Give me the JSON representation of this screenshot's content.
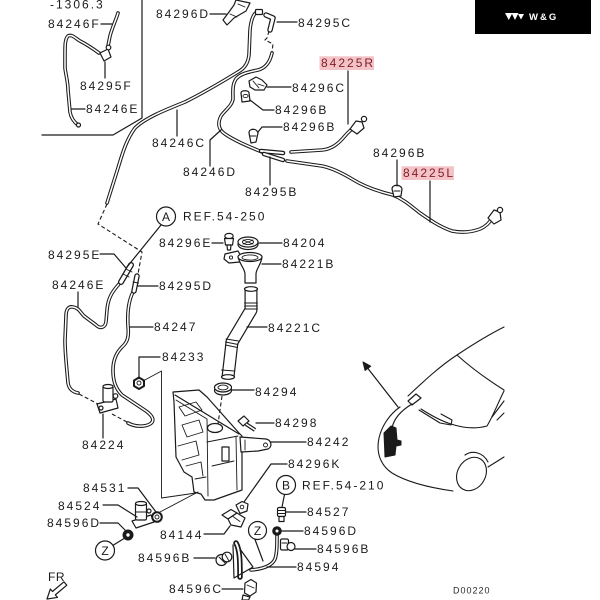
{
  "brand": {
    "name": "W&G",
    "logo_icon": "wg-triangles-logo-icon",
    "colors": {
      "background": "#000000",
      "text": "#ffffff"
    }
  },
  "diagram": {
    "code": "D00220",
    "inset_serial_range": "-1306.3",
    "front_direction_label": "FR",
    "front_direction_icon": "front-arrow-icon",
    "highlight": {
      "background": "#f3c3c8",
      "text": "#7e1d24"
    },
    "reference_markers": [
      {
        "marker": "A",
        "ref": "REF.54-250"
      },
      {
        "marker": "B",
        "ref": "REF.54-210"
      }
    ],
    "connection_markers": [
      {
        "marker": "Z"
      },
      {
        "marker": "Z"
      }
    ],
    "callouts": [
      {
        "part_no": "84246F",
        "highlighted": false
      },
      {
        "part_no": "84295F",
        "highlighted": false
      },
      {
        "part_no": "84246E",
        "highlighted": false
      },
      {
        "part_no": "84296D",
        "highlighted": false
      },
      {
        "part_no": "84295C",
        "highlighted": false
      },
      {
        "part_no": "84225R",
        "highlighted": true
      },
      {
        "part_no": "84296C",
        "highlighted": false
      },
      {
        "part_no": "84296B",
        "highlighted": false
      },
      {
        "part_no": "84296B",
        "highlighted": false
      },
      {
        "part_no": "84246C",
        "highlighted": false
      },
      {
        "part_no": "84246D",
        "highlighted": false
      },
      {
        "part_no": "84295B",
        "highlighted": false
      },
      {
        "part_no": "84296B",
        "highlighted": false
      },
      {
        "part_no": "84225L",
        "highlighted": true
      },
      {
        "part_no": "84296E",
        "highlighted": false
      },
      {
        "part_no": "84204",
        "highlighted": false
      },
      {
        "part_no": "84221B",
        "highlighted": false
      },
      {
        "part_no": "84295E",
        "highlighted": false
      },
      {
        "part_no": "84246E",
        "highlighted": false
      },
      {
        "part_no": "84295D",
        "highlighted": false
      },
      {
        "part_no": "84247",
        "highlighted": false
      },
      {
        "part_no": "84221C",
        "highlighted": false
      },
      {
        "part_no": "84233",
        "highlighted": false
      },
      {
        "part_no": "84294",
        "highlighted": false
      },
      {
        "part_no": "84298",
        "highlighted": false
      },
      {
        "part_no": "84242",
        "highlighted": false
      },
      {
        "part_no": "84224",
        "highlighted": false
      },
      {
        "part_no": "84296K",
        "highlighted": false
      },
      {
        "part_no": "84531",
        "highlighted": false
      },
      {
        "part_no": "84527",
        "highlighted": false
      },
      {
        "part_no": "84524",
        "highlighted": false
      },
      {
        "part_no": "84596D",
        "highlighted": false
      },
      {
        "part_no": "84144",
        "highlighted": false
      },
      {
        "part_no": "84596D",
        "highlighted": false
      },
      {
        "part_no": "84596B",
        "highlighted": false
      },
      {
        "part_no": "84596B",
        "highlighted": false
      },
      {
        "part_no": "84594",
        "highlighted": false
      },
      {
        "part_no": "84596C",
        "highlighted": false
      }
    ]
  }
}
